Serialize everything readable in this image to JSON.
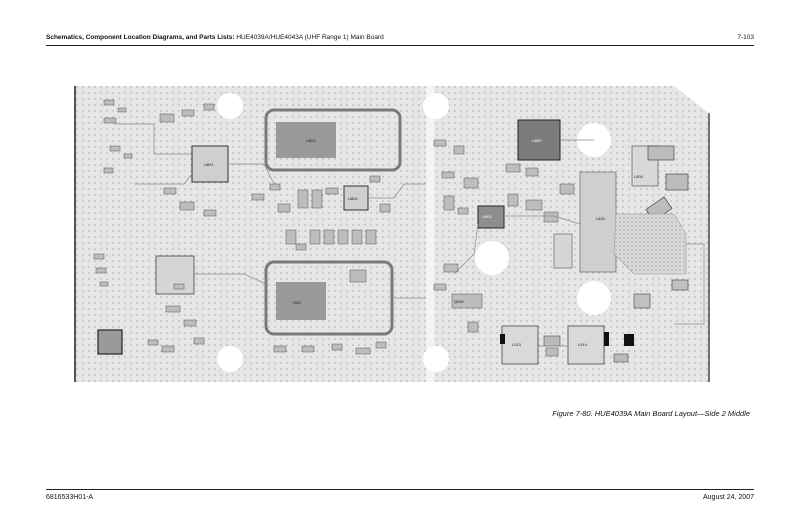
{
  "header": {
    "title_bold": "Schematics, Component Location Diagrams, and Parts Lists:",
    "title_rest": " HUE4039A/HUE4043A (UHF Range 1) Main Board",
    "page_number": "7-103"
  },
  "figure": {
    "caption": "Figure 7-80. HUE4039A Main Board Layout—Side 2 Middle",
    "labels": {
      "u1": "U801",
      "u2": "U804",
      "u3": "U850",
      "u4": "U901",
      "u5": "U803",
      "y1": "Y802",
      "l1": "L804",
      "l2": "L820",
      "l3": "L913",
      "l4": "L914",
      "q1": "Q950"
    }
  },
  "footer": {
    "doc_number": "6816533H01-A",
    "date": "August 24, 2007"
  },
  "colors": {
    "board": "#e6e6e6",
    "trace": "#8a8a8a",
    "dark": "#2a2a2a",
    "pad": "#bdbdbd"
  }
}
